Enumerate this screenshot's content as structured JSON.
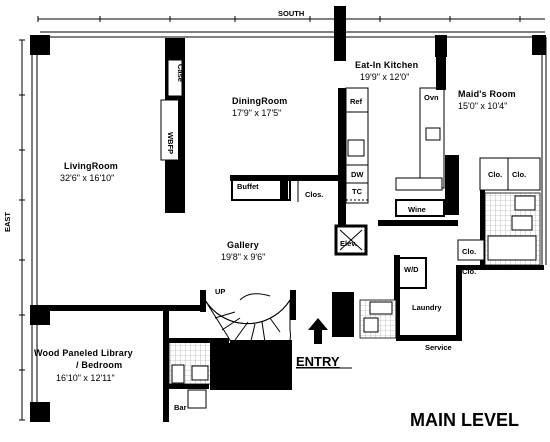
{
  "compass": {
    "south": "SOUTH",
    "east": "EAST"
  },
  "rooms": {
    "eat_in_kitchen": {
      "name": "Eat-In Kitchen",
      "dims": "19'9\" x 12'0\""
    },
    "maids_room": {
      "name": "Maid's Room",
      "dims": "15'0\" x 10'4\""
    },
    "dining_room": {
      "name": "DiningRoom",
      "dims": "17'9\" x 17'5\""
    },
    "living_room": {
      "name": "LivingRoom",
      "dims": "32'6\" x 16'10\""
    },
    "gallery": {
      "name": "Gallery",
      "dims": "19'8\" x 9'6\""
    },
    "library": {
      "name_line1": "Wood Paneled Library",
      "name_line2": "/ Bedroom",
      "dims": "16'10\" x 12'11\""
    }
  },
  "fixtures": {
    "case": "Case",
    "wbfp": "WBFP",
    "buffet": "Buffet",
    "clos_dining": "Clos.",
    "ref": "Ref",
    "dw": "DW",
    "tc": "TC",
    "ovn": "Ovn",
    "wine": "Wine",
    "elev": "Elev.",
    "clo_maid_1": "Clo.",
    "clo_maid_2": "Clo.",
    "clo_bath": "Clo.",
    "clo_service": "Clo.",
    "wd": "W/D",
    "laundry": "Laundry",
    "service": "Service",
    "up": "UP",
    "bar": "Bar"
  },
  "entry": "ENTRY",
  "title": "MAIN LEVEL"
}
